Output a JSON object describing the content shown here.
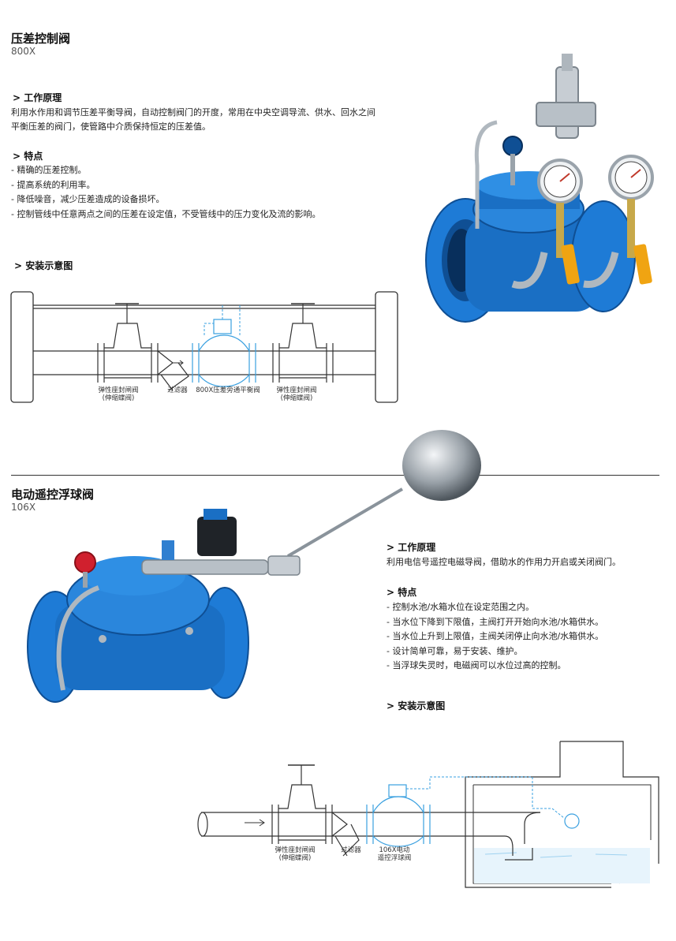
{
  "section1": {
    "title": "压差控制阀",
    "model": "800X",
    "principle": {
      "heading": "> 工作原理",
      "lines": [
        "利用水作用和调节压差平衡导阀，自动控制阀门的开度，常用在中央空调导流、供水、回水之间",
        "平衡压差的阀门，使管路中介质保持恒定的压差值。"
      ]
    },
    "features": {
      "heading": "> 特点",
      "items": [
        "- 精确的压差控制。",
        "- 提高系统的利用率。",
        "- 降低噪音，减少压差造成的设备损坏。",
        "- 控制管线中任意两点之间的压差在设定值，不受管线中的压力变化及流的影响。"
      ]
    },
    "install": {
      "heading": "> 安装示意图",
      "labels": {
        "gate_valve_left": [
          "弹性座封闸阀",
          "(伸缩蝶阀)"
        ],
        "strainer": "过滤器",
        "bypass": "800X压差旁通平衡阀",
        "gate_valve_right": [
          "弹性座封闸阀",
          "(伸缩蝶阀)"
        ]
      }
    }
  },
  "section2": {
    "title": "电动遥控浮球阀",
    "model": "106X",
    "principle": {
      "heading": "> 工作原理",
      "lines": [
        "利用电信号遥控电磁导阀，借助水的作用力开启或关闭阀门。"
      ]
    },
    "features": {
      "heading": "> 特点",
      "items": [
        "- 控制水池/水箱水位在设定范围之内。",
        "- 当水位下降到下限值，主阀打开开始向水池/水箱供水。",
        "- 当水位上升到上限值，主阀关闭停止向水池/水箱供水。",
        "- 设计简单可靠，易于安装、维护。",
        "- 当浮球失灵时，电磁阀可以水位过高的控制。"
      ]
    },
    "install": {
      "heading": "> 安装示意图",
      "labels": {
        "gate_valve": [
          "弹性座封闸阀",
          "(伸缩蝶阀)"
        ],
        "strainer": "过滤器",
        "valve": [
          "106X电动",
          "遥控浮球阀"
        ]
      }
    }
  },
  "colors": {
    "valve_blue": "#1a6fc4",
    "diagram_highlight": "#3aa0e0",
    "line": "#333333"
  }
}
